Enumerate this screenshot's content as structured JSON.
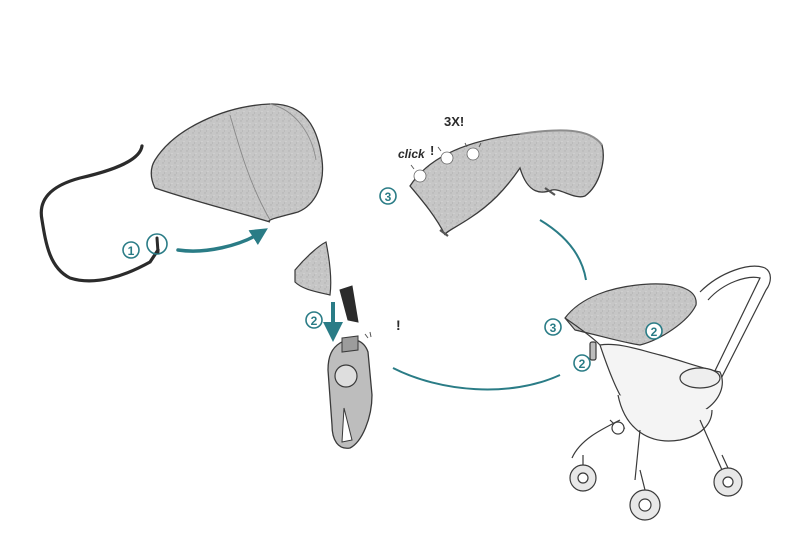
{
  "colors": {
    "accent": "#2a7c86",
    "outline": "#3a3a3a",
    "fabric": "#c4c4c4",
    "fabric_dark": "#a9a9a9",
    "cord": "#2b2b2b"
  },
  "steps": {
    "one": "1",
    "two": "2",
    "three": "3"
  },
  "texts": {
    "click": "click",
    "exclaim": "!",
    "repeat": "3X!",
    "small_exclaim": "!"
  },
  "icons": [
    "drawstring-cord-icon",
    "canopy-icon",
    "clip-icon",
    "stroller-icon",
    "arrow-icon"
  ]
}
